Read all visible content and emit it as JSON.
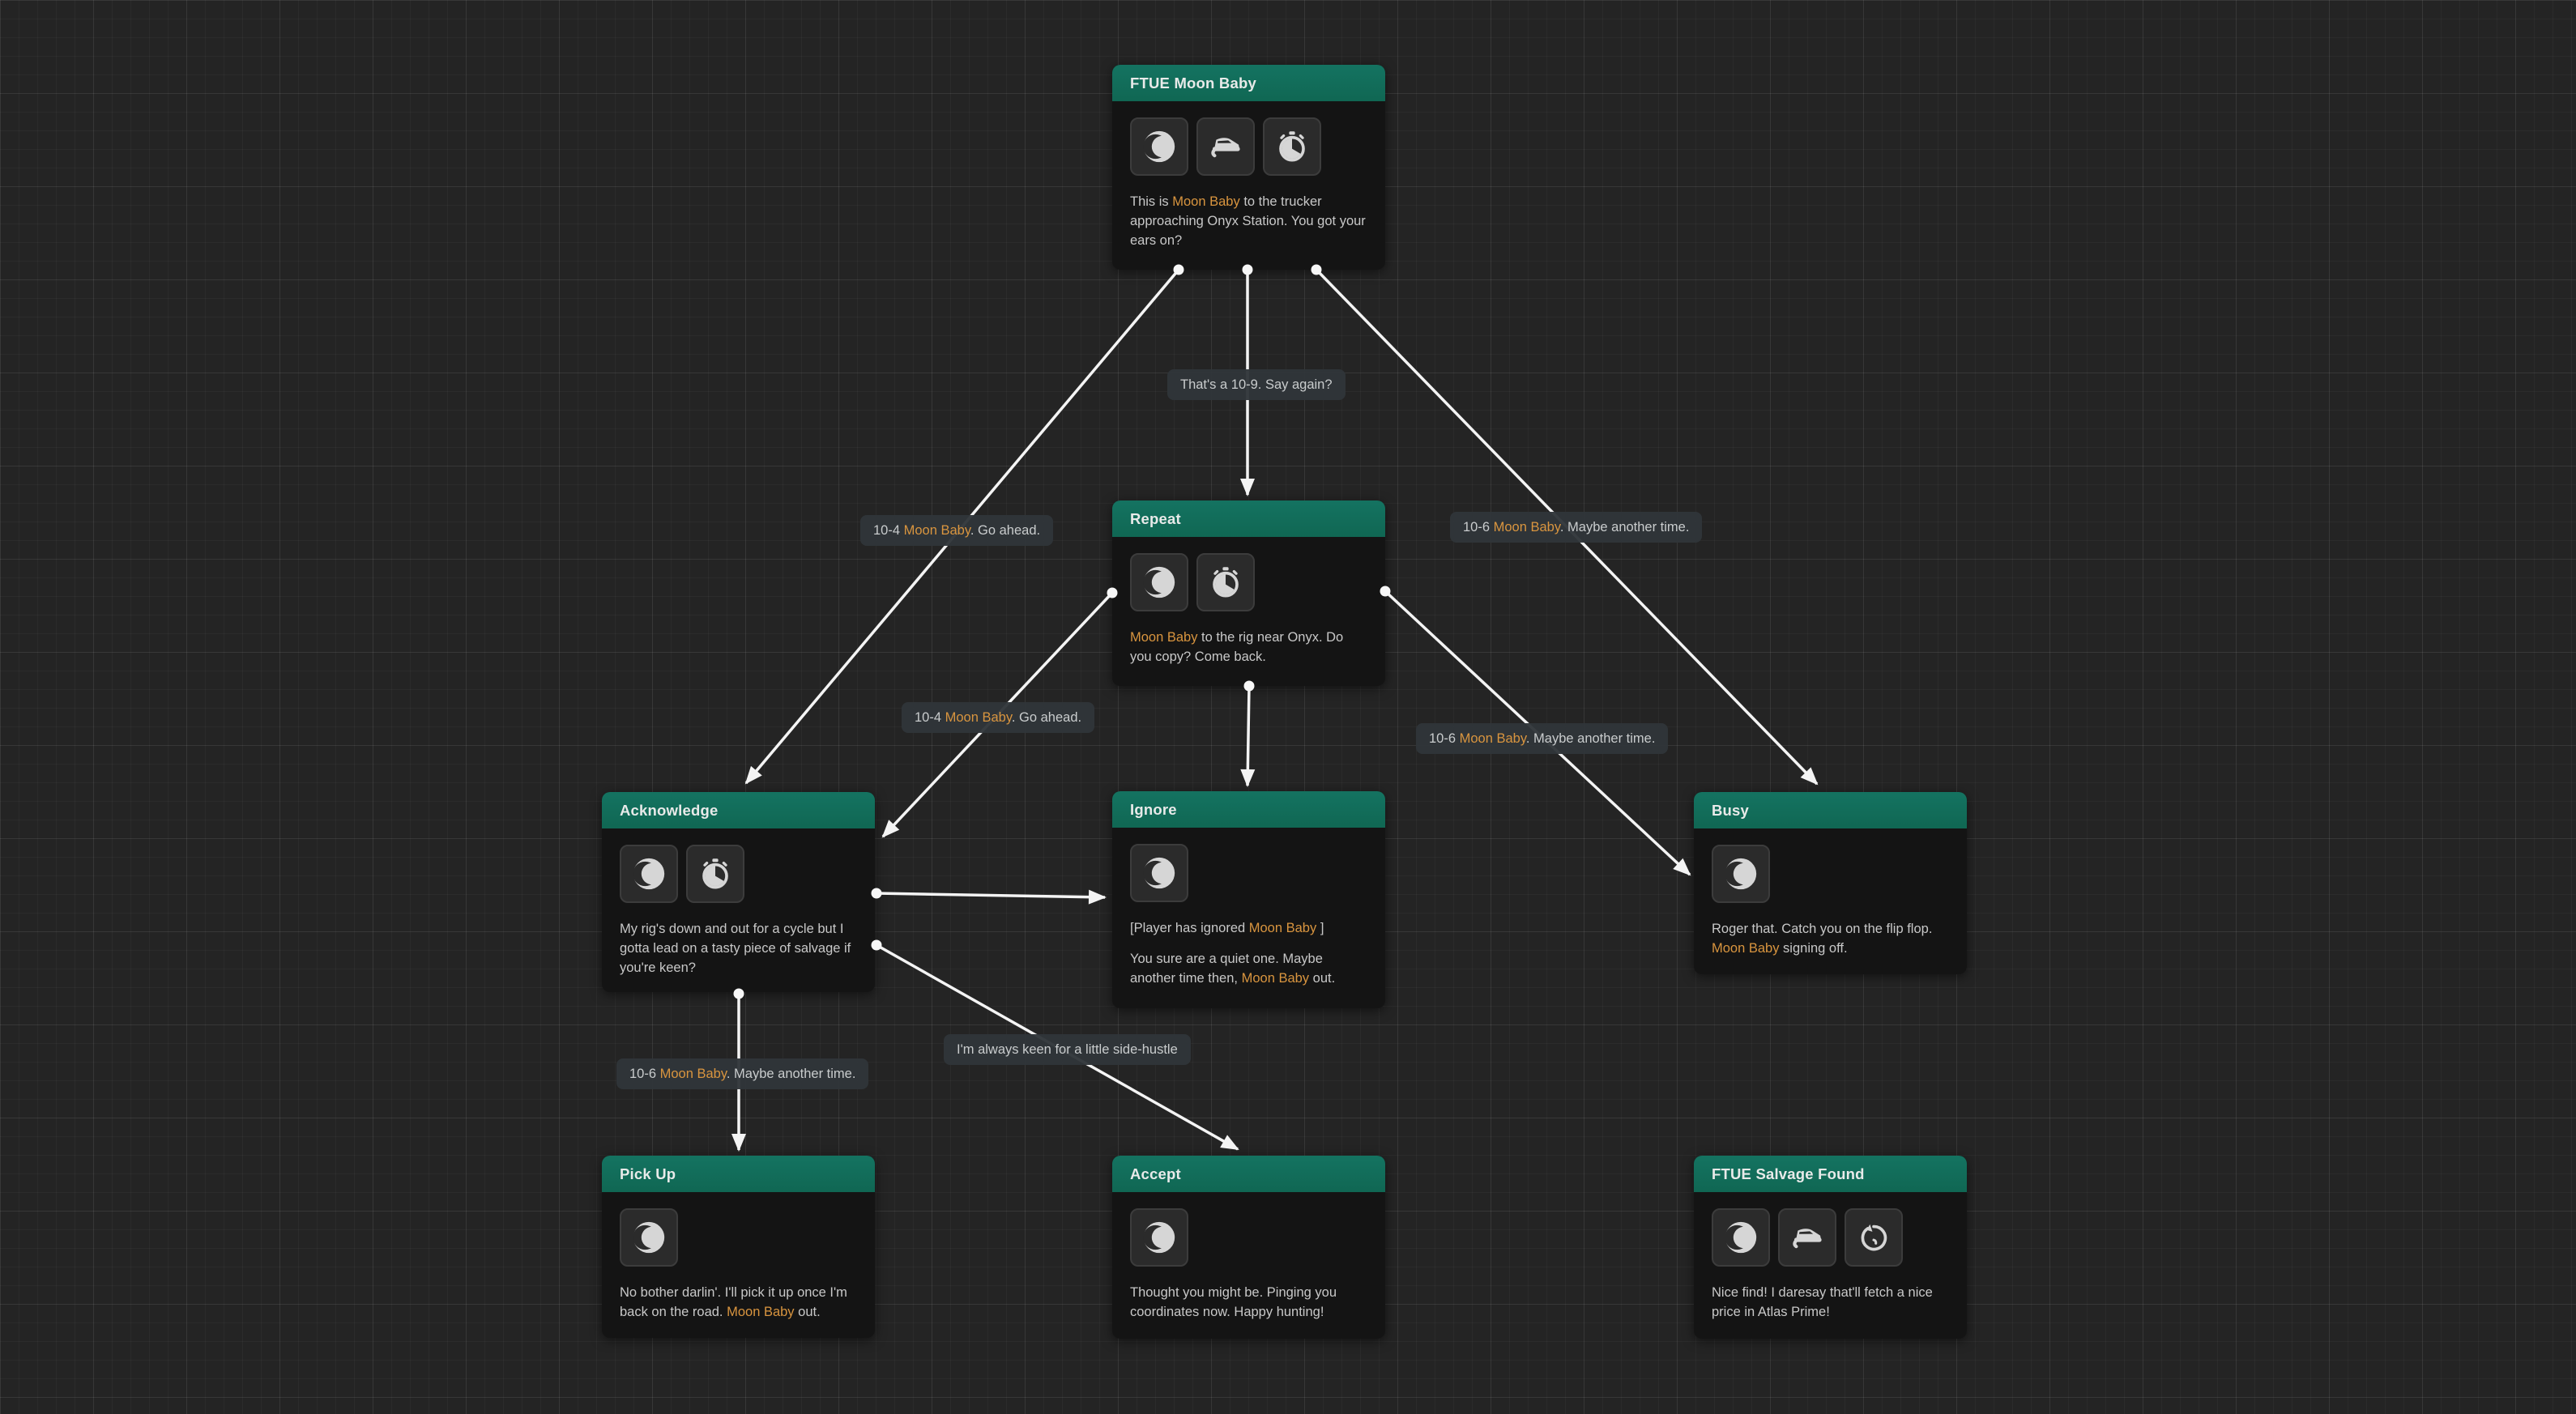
{
  "canvas": {
    "background_color": "#242424",
    "edge_color": "#f4f4f4",
    "header_color": "#116c5a",
    "speaker_color": "#d9953f",
    "speaker_name": "Moon Baby"
  },
  "nodes": {
    "ftue_moon_baby": {
      "title": "FTUE Moon Baby",
      "icons": [
        "moon",
        "truck",
        "stopwatch"
      ],
      "body": [
        [
          {
            "t": "This is "
          },
          {
            "t": "Moon Baby",
            "hl": true
          },
          {
            "t": " to the trucker approaching Onyx Station. You got your ears on?"
          }
        ]
      ]
    },
    "repeat": {
      "title": "Repeat",
      "icons": [
        "moon",
        "stopwatch"
      ],
      "body": [
        [
          {
            "t": "Moon Baby",
            "hl": true
          },
          {
            "t": " to the rig near Onyx. Do you copy? Come back."
          }
        ]
      ]
    },
    "acknowledge": {
      "title": "Acknowledge",
      "icons": [
        "moon",
        "stopwatch"
      ],
      "body": [
        [
          {
            "t": "My rig's down and out for a cycle but I gotta lead on a tasty piece of salvage if you're keen?"
          }
        ]
      ]
    },
    "ignore": {
      "title": "Ignore",
      "icons": [
        "moon"
      ],
      "body": [
        [
          {
            "t": "[Player has ignored "
          },
          {
            "t": "Moon Baby",
            "hl": true
          },
          {
            "t": " ]"
          }
        ],
        [
          {
            "t": "You sure are a quiet one. Maybe another time then, "
          },
          {
            "t": "Moon Baby",
            "hl": true
          },
          {
            "t": " out."
          }
        ]
      ]
    },
    "busy": {
      "title": "Busy",
      "icons": [
        "moon"
      ],
      "body": [
        [
          {
            "t": "Roger that. Catch you on the flip flop. "
          },
          {
            "t": "Moon Baby",
            "hl": true
          },
          {
            "t": " signing off."
          }
        ]
      ]
    },
    "pick_up": {
      "title": "Pick Up",
      "icons": [
        "moon"
      ],
      "body": [
        [
          {
            "t": "No bother darlin'. I'll pick it up once I'm back on the road. "
          },
          {
            "t": "Moon Baby",
            "hl": true
          },
          {
            "t": " out."
          }
        ]
      ]
    },
    "accept": {
      "title": "Accept",
      "icons": [
        "moon"
      ],
      "body": [
        [
          {
            "t": "Thought you might be. Pinging you coordinates now. Happy hunting!"
          }
        ]
      ]
    },
    "ftue_salvage_found": {
      "title": "FTUE Salvage Found",
      "icons": [
        "moon",
        "truck",
        "history"
      ],
      "body": [
        [
          {
            "t": "Nice find! I daresay that'll fetch a nice price in Atlas Prime!"
          }
        ]
      ]
    }
  },
  "edge_labels": {
    "say_again": [
      {
        "t": "That's a 10-9. Say again?"
      }
    ],
    "go_ahead_1": [
      {
        "t": "10-4 "
      },
      {
        "t": "Moon Baby",
        "hl": true
      },
      {
        "t": ". Go ahead."
      }
    ],
    "maybe_another_time_1": [
      {
        "t": "10-6 "
      },
      {
        "t": "Moon Baby",
        "hl": true
      },
      {
        "t": ". Maybe another time."
      }
    ],
    "go_ahead_2": [
      {
        "t": "10-4 "
      },
      {
        "t": "Moon Baby",
        "hl": true
      },
      {
        "t": ". Go ahead."
      }
    ],
    "maybe_another_time_2": [
      {
        "t": "10-6 "
      },
      {
        "t": "Moon Baby",
        "hl": true
      },
      {
        "t": ". Maybe another time."
      }
    ],
    "side_hustle": [
      {
        "t": "I'm always keen for a little side-hustle"
      }
    ],
    "maybe_another_time_3": [
      {
        "t": "10-6 "
      },
      {
        "t": "Moon Baby",
        "hl": true
      },
      {
        "t": ". Maybe another time."
      }
    ]
  }
}
